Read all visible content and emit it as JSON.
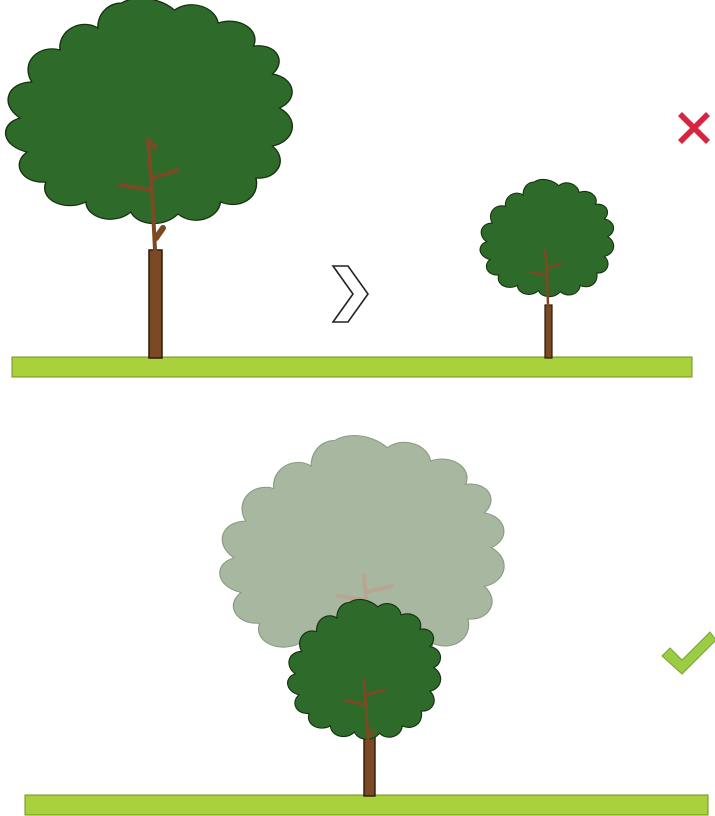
{
  "colors": {
    "background": "#ffffff",
    "foliage": "#2e6b2a",
    "foliage_faded": "#a8b79f",
    "trunk": "#7b4a25",
    "trunk_faded": "#b9a593",
    "ground": "#a8d13c",
    "ground_stroke": "#6f8f22",
    "cross_mark": "#d8243f",
    "check_mark": "#9ccc45",
    "arrow_stroke": "#222222"
  },
  "panels": [
    {
      "id": "top",
      "description_icon": "cross-icon",
      "verdict": "incorrect",
      "elements": [
        "large-tree",
        "chevron-arrow-icon",
        "small-tree"
      ]
    },
    {
      "id": "bottom",
      "description_icon": "check-icon",
      "verdict": "correct",
      "elements": [
        "faded-large-tree-outline",
        "pruned-tree"
      ]
    }
  ]
}
